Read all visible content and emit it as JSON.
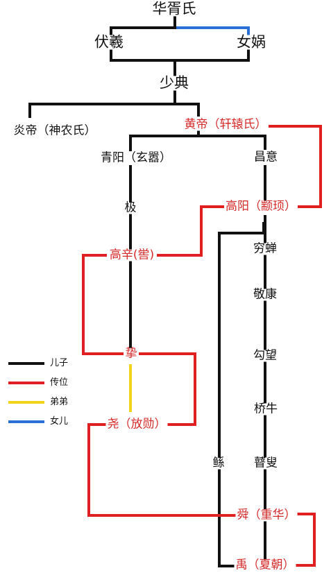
{
  "colors": {
    "son": "#111111",
    "succession": "#e02020",
    "brother": "#f2d41a",
    "daughter": "#2a6fd6",
    "red_text": "#d42a2a"
  },
  "people": {
    "huaxu": "华胥氏",
    "fuxi": "伏羲",
    "nvwa": "女娲",
    "shaodian": "少典",
    "yandi": "炎帝（神农氏）",
    "huangdi": "黄帝（轩辕氏）",
    "qingyang": "青阳（玄嚣）",
    "changyi": "昌意",
    "ji": "极",
    "gaoyang": "高阳（颛顼）",
    "qiongchan": "穷蝉",
    "gaoxin": "高辛(喾)",
    "jingkang": "敬康",
    "gouwang": "勾望",
    "zhi": "挚",
    "qiaoniu": "桥牛",
    "yao": "尧（放勋）",
    "gun": "鲧",
    "gusou": "瞽叟",
    "shun": "舜（重华）",
    "yu": "禹（夏朝）"
  },
  "legend": [
    {
      "label": "儿子",
      "color": "#111111"
    },
    {
      "label": "传位",
      "color": "#e02020"
    },
    {
      "label": "弟弟",
      "color": "#f2d41a"
    },
    {
      "label": "女儿",
      "color": "#2a6fd6"
    }
  ]
}
